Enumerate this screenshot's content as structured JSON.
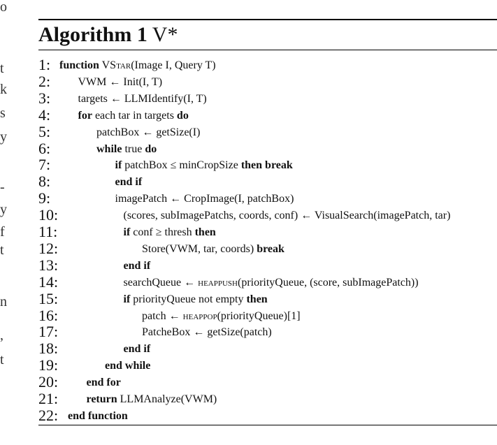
{
  "margin_glyphs": [
    "o",
    "t",
    "k",
    "s",
    "y",
    "-",
    "y",
    "f",
    "t",
    "n",
    ",",
    "t"
  ],
  "algorithm": {
    "label": "Algorithm 1",
    "title": "V*"
  },
  "lines": [
    {
      "num": "1:",
      "indent": 0,
      "parts": [
        {
          "t": "function",
          "s": "kw"
        },
        {
          "t": " "
        },
        {
          "t": "VS"
        },
        {
          "t": "tar",
          "s": "sc"
        },
        {
          "t": "(Image I, Query T)"
        }
      ]
    },
    {
      "num": "2:",
      "indent": 1,
      "parts": [
        {
          "t": "VWM ← Init(I, T)"
        }
      ]
    },
    {
      "num": "3:",
      "indent": 1,
      "parts": [
        {
          "t": "targets ← LLMIdentify(I, T)"
        }
      ]
    },
    {
      "num": "4:",
      "indent": 1,
      "parts": [
        {
          "t": "for",
          "s": "kw"
        },
        {
          "t": " each tar in targets "
        },
        {
          "t": "do",
          "s": "kw"
        }
      ]
    },
    {
      "num": "5:",
      "indent": 2,
      "parts": [
        {
          "t": "patchBox ← getSize(I)"
        }
      ]
    },
    {
      "num": "6:",
      "indent": 2,
      "parts": [
        {
          "t": "while",
          "s": "kw"
        },
        {
          "t": " true "
        },
        {
          "t": "do",
          "s": "kw"
        }
      ]
    },
    {
      "num": "7:",
      "indent": 3,
      "parts": [
        {
          "t": "if",
          "s": "kw"
        },
        {
          "t": " patchBox ≤ minCropSize "
        },
        {
          "t": "then break",
          "s": "kw"
        }
      ]
    },
    {
      "num": "8:",
      "indent": 3,
      "parts": [
        {
          "t": "end if",
          "s": "kw"
        }
      ]
    },
    {
      "num": "9:",
      "indent": 3,
      "parts": [
        {
          "t": "imagePatch ← CropImage(I, patchBox)"
        }
      ]
    },
    {
      "num": "10:",
      "indent": 3,
      "parts": [
        {
          "t": "(scores, subImagePatchs, coords, conf) ← VisualSearch(imagePatch, tar)"
        }
      ]
    },
    {
      "num": "11:",
      "indent": 3,
      "parts": [
        {
          "t": "if",
          "s": "kw"
        },
        {
          "t": " conf ≥ thresh "
        },
        {
          "t": "then",
          "s": "kw"
        }
      ]
    },
    {
      "num": "12:",
      "indent": 4,
      "parts": [
        {
          "t": "Store(VWM, tar, coords) "
        },
        {
          "t": "break",
          "s": "kw"
        }
      ]
    },
    {
      "num": "13:",
      "indent": 3,
      "parts": [
        {
          "t": "end if",
          "s": "kw"
        }
      ]
    },
    {
      "num": "14:",
      "indent": 3,
      "parts": [
        {
          "t": "searchQueue ← "
        },
        {
          "t": "heappush",
          "s": "sc"
        },
        {
          "t": "(priorityQueue, (score, subImagePatch))"
        }
      ]
    },
    {
      "num": "15:",
      "indent": 3,
      "parts": [
        {
          "t": "if",
          "s": "kw"
        },
        {
          "t": " priorityQueue not empty "
        },
        {
          "t": "then",
          "s": "kw"
        }
      ]
    },
    {
      "num": "16:",
      "indent": 4,
      "parts": [
        {
          "t": "patch ← "
        },
        {
          "t": "heappop",
          "s": "sc"
        },
        {
          "t": "(priorityQueue)[1]"
        }
      ]
    },
    {
      "num": "17:",
      "indent": 4,
      "parts": [
        {
          "t": "PatcheBox ← getSize(patch)"
        }
      ]
    },
    {
      "num": "18:",
      "indent": 3,
      "parts": [
        {
          "t": "end if",
          "s": "kw"
        }
      ]
    },
    {
      "num": "19:",
      "indent": 2,
      "parts": [
        {
          "t": "end while",
          "s": "kw"
        }
      ]
    },
    {
      "num": "20:",
      "indent": 1,
      "parts": [
        {
          "t": "end for",
          "s": "kw"
        }
      ]
    },
    {
      "num": "21:",
      "indent": 1,
      "parts": [
        {
          "t": "return",
          "s": "kw"
        },
        {
          "t": " LLMAnalyze(VWM)"
        }
      ]
    },
    {
      "num": "22:",
      "indent": 0,
      "parts": [
        {
          "t": "end function",
          "s": "kw"
        }
      ]
    }
  ]
}
